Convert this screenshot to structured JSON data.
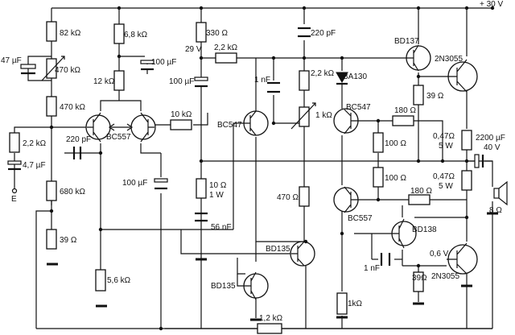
{
  "supply": "+ 30 V",
  "resistors": {
    "r82k": "82 kΩ",
    "r470k_pot": "470 kΩ",
    "r470k": "470 kΩ",
    "r2k2_in": "2,2 kΩ",
    "r680k": "680 kΩ",
    "r39_in": "39 Ω",
    "r6k8": "6,8 kΩ",
    "r12k": "12 kΩ",
    "r10k": "10 kΩ",
    "r5k6": "5,6 kΩ",
    "r330": "330 Ω",
    "r2k2_top": "2,2 kΩ",
    "r10_1w": "10 Ω",
    "r10_1w_power": "1 W",
    "r2k2_vbe": "2,2 kΩ",
    "r1k_pot": "1 kΩ",
    "r470": "470 Ω",
    "r180_top": "180 Ω",
    "r100_top": "100 Ω",
    "r100_bot": "100 Ω",
    "r180_bot": "180 Ω",
    "r39_top": "39 Ω",
    "r047_top": "0,47Ω",
    "r047_top_power": "5 W",
    "r047_bot": "0,47Ω",
    "r047_bot_power": "5 W",
    "r1k_bot": "1kΩ",
    "r39_bot": "39Ω",
    "r1k2": "1,2 kΩ"
  },
  "capacitors": {
    "c47u": "47 µF",
    "c4u7": "4,7 µF",
    "c220p_in": "220 pF",
    "c100u_a": "100 µF",
    "c100u_b": "100 µF",
    "c100u_c": "100 µF",
    "c220p_top": "220 pF",
    "c1n_a": "1 nF",
    "c56n": "56 nF",
    "c1n_b": "1 nF",
    "c2200u": "2200 µF",
    "c2200u_v": "40 V"
  },
  "transistors": {
    "q_bc557_pair": "BC557",
    "q_bc547_a": "BC547",
    "q_bd137": "BD137",
    "q_2n3055_top": "2N3055",
    "q_bc547_b": "BC547",
    "q_bc557_b": "BC557",
    "q_bd138": "BD138",
    "q_2n3055_bot": "2N3055",
    "q_bd135_a": "BD135",
    "q_bd135_b": "BD135"
  },
  "diode": "BA130",
  "voltages": {
    "v29": "29 V",
    "v06": "0,6 V"
  },
  "input_label": "E",
  "speaker_label": "8 Ω"
}
